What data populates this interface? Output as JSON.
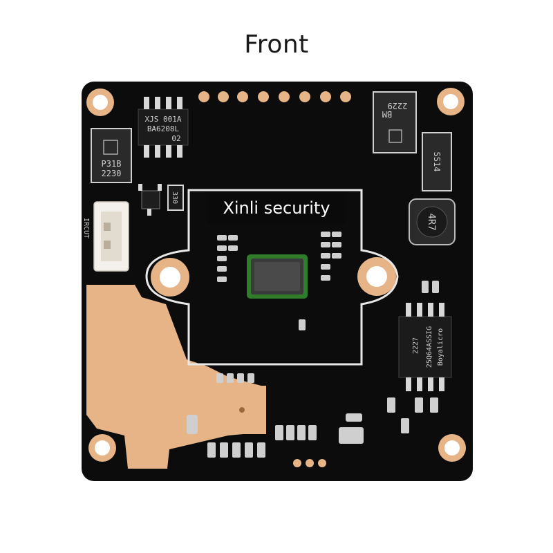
{
  "caption": "Front",
  "overlay": {
    "label": "Xinli security"
  },
  "silkscreen": {
    "ic_top_left": [
      "XJS 001A",
      "BA6208L",
      "02"
    ],
    "diode_left": [
      "P31B",
      "2230"
    ],
    "diode_top_right": [
      "BM",
      "2229"
    ],
    "diode_right": [
      "SS14"
    ],
    "resistor_mid": [
      "330"
    ],
    "inductor": [
      "4R7"
    ],
    "ic_bottom_right": [
      "Boyalicro",
      "25Q64ASSIG",
      "2227"
    ],
    "connector": [
      "IRCUT"
    ]
  },
  "colors": {
    "board": "#0c0c0c",
    "copper": "#e6b487",
    "outline": "#e8e8e8",
    "sensor": "#3a3a3a",
    "sensor_frame": "#2f7d2a"
  },
  "icons": {
    "pcb": "camera-board-illustration"
  }
}
